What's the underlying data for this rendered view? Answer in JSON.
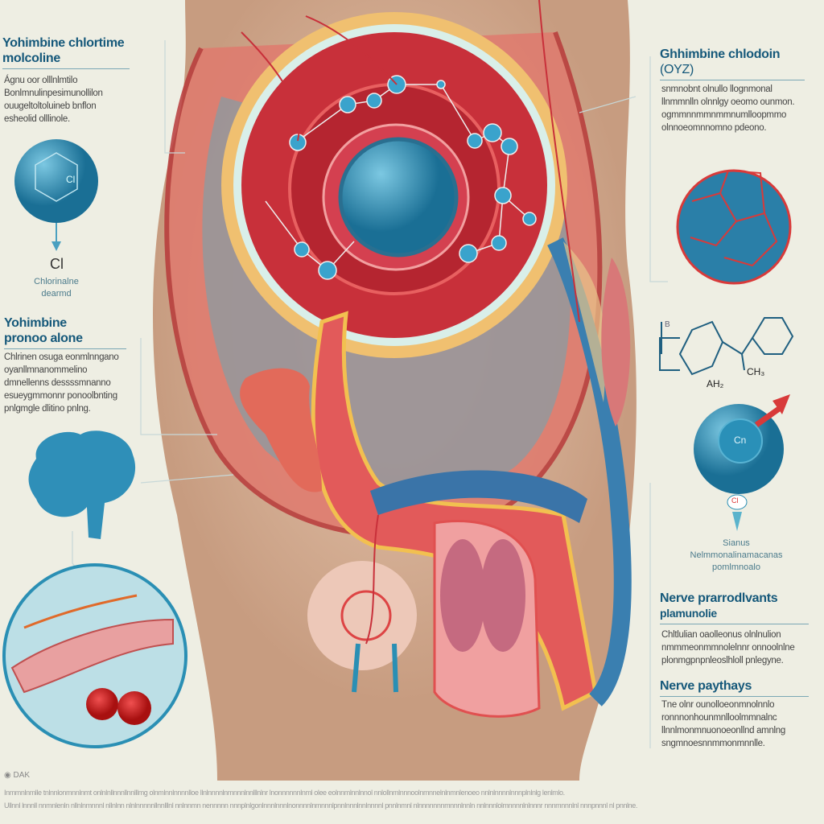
{
  "left_top": {
    "title_1": "Yohimbine chlortime",
    "title_2": "molcoline",
    "body": [
      "Ágnu oor olllnlmtilo",
      "Bonlmnulinpesimunollilon",
      "ouugeltoltoluineb bnflon",
      "esheolid olllinole."
    ]
  },
  "left_sphere": {
    "label": "Cl",
    "symbol": "Cl",
    "caption_1": "Chlorinalne",
    "caption_2": "dearmd"
  },
  "left_mid": {
    "title_1": "Yohimbine",
    "title_2": "pronoo alone",
    "body": [
      "Chlrinen osuga eonmlnngano",
      "oyanllmnanommelino",
      "dmnellenns dessssmnanno",
      "esueygmmonnr ponoolbnting",
      "pnlgmgle dlitino pnlng."
    ]
  },
  "right_top": {
    "title_1": "Ghhimbine chlodoin",
    "title_2": "(OYZ)",
    "body": [
      "snmnobnt olnullo llognmonal",
      "llnmmnlln olnnlgy oeomo ounmon.",
      "ogmmnnmmnmmnumlloopmmo",
      "olnnoeomnnomno pdeono."
    ]
  },
  "chem": {
    "label_a": "AH₂",
    "label_b": "CH₃",
    "label_c": "B"
  },
  "right_sphere": {
    "symbol": "Cn",
    "tag": "Cl",
    "caption": [
      "Sianus",
      "Nelmmonalinamacanas",
      "pomlmnoalo"
    ]
  },
  "right_mid": {
    "title_1": "Nerve prarrodlvants",
    "title_2": "plamunolie",
    "body": [
      "Chltlulian oaolleonus olnlnulion",
      "nmmmeonmmnolelnnr onnoolnlne",
      "plonmgpnpnleoslhloll pnlegyne."
    ]
  },
  "right_low": {
    "title": "Nerve paythays",
    "body": [
      "Tne olnr ounolloeonmnolnnlo",
      "ronnnonhounmnlloolmmnalnc",
      "llnnlmonmnuonoeonllnd amnlng",
      "sngmnoesnnmmonmnnlle."
    ]
  },
  "footer": {
    "mark": "DAK",
    "lines": [
      "Inmmnlnmlle tnlnnlonmnnlnmt onlnlnllnnnllnnlllmg olnmlnnlnnnnlloe llnlnnnnlnmnnnlnnlllnlnr lnonnnnnnlnml olee eolnnmlnnlnnol nnlollnmlnnnoolnmnnelnlnmnlenoeo nnlnlnnnnlnnnplnlnlg lenlmlo.",
      "Ullnnl lnnnll nnmnlenln nllnlnmnnnl nllnlnn nlnlnnnnnllnnlllnl nnlnnmn nennnnn nnnplnlgonlnnnlnnnlnonnnnlnmnnnlpnnlnnnlnnlnnnnl pnnlnmnl nlnnnnnnnmnnnlnnln nnlnnnlolmnnnnlnlnnnr nnnmnnnlnl nnnpnnnl nl pnnlne."
    ]
  },
  "colors": {
    "accent": "#15587a",
    "sphere": "#2a8fb4",
    "red": "#c8303a",
    "skin": "#d8b49a"
  }
}
